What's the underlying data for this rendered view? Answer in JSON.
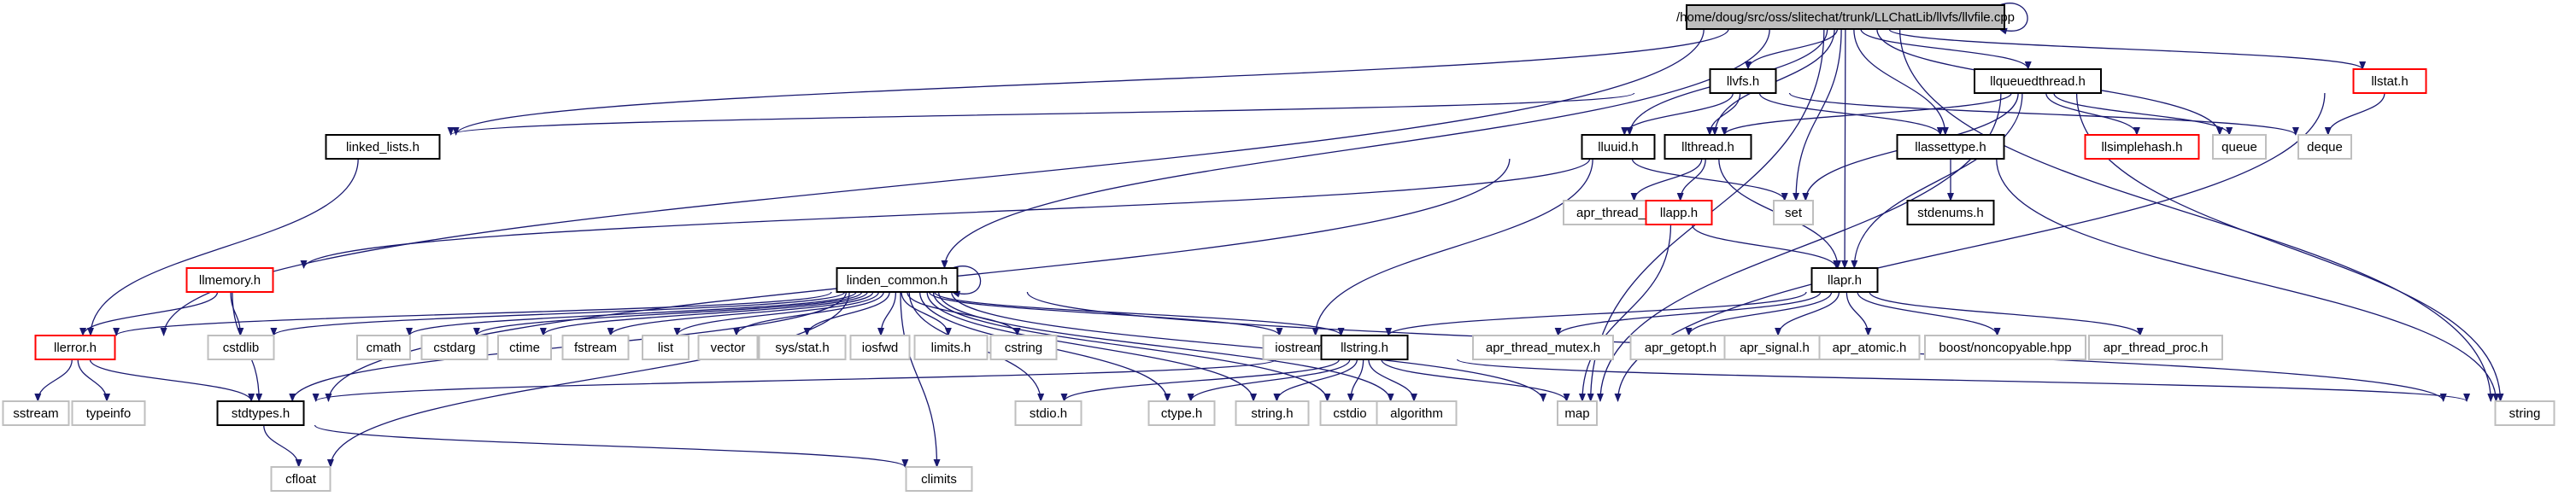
{
  "graph": {
    "title": "/home/doug/src/oss/slitechat/trunk/LLChatLib/llvfs/llvfile.cpp",
    "style": {
      "root_fill": "#bfbfbf",
      "plain_border": "#000000",
      "truncated_border": "#ff0000",
      "external_border": "#bfbfbf",
      "edge_color": "#191970"
    },
    "nodes": [
      {
        "id": "llvfile_cpp",
        "label": "/home/doug/src/oss/slitechat/trunk/LLChatLib/llvfs/llvfile.cpp",
        "kind": "root"
      },
      {
        "id": "llvfs_h",
        "label": "llvfs.h",
        "kind": "plain"
      },
      {
        "id": "llqueuedthread_h",
        "label": "llqueuedthread.h",
        "kind": "plain"
      },
      {
        "id": "llstat_h",
        "label": "llstat.h",
        "kind": "truncated"
      },
      {
        "id": "linked_lists_h",
        "label": "linked_lists.h",
        "kind": "plain"
      },
      {
        "id": "lluuid_h",
        "label": "lluuid.h",
        "kind": "plain"
      },
      {
        "id": "llthread_h",
        "label": "llthread.h",
        "kind": "plain"
      },
      {
        "id": "llassettype_h",
        "label": "llassettype.h",
        "kind": "plain"
      },
      {
        "id": "llsimplehash_h",
        "label": "llsimplehash.h",
        "kind": "truncated"
      },
      {
        "id": "queue",
        "label": "queue",
        "kind": "external"
      },
      {
        "id": "deque",
        "label": "deque",
        "kind": "external"
      },
      {
        "id": "set",
        "label": "set",
        "kind": "external"
      },
      {
        "id": "apr_thread_cond_h",
        "label": "apr_thread_cond.h",
        "kind": "external"
      },
      {
        "id": "llapp_h",
        "label": "llapp.h",
        "kind": "truncated"
      },
      {
        "id": "stdenums_h",
        "label": "stdenums.h",
        "kind": "plain"
      },
      {
        "id": "llmemory_h",
        "label": "llmemory.h",
        "kind": "truncated"
      },
      {
        "id": "linden_common_h",
        "label": "linden_common.h",
        "kind": "plain"
      },
      {
        "id": "llapr_h",
        "label": "llapr.h",
        "kind": "plain"
      },
      {
        "id": "llerror_h",
        "label": "llerror.h",
        "kind": "truncated"
      },
      {
        "id": "cstdlib",
        "label": "cstdlib",
        "kind": "external"
      },
      {
        "id": "cmath",
        "label": "cmath",
        "kind": "external"
      },
      {
        "id": "cstdarg",
        "label": "cstdarg",
        "kind": "external"
      },
      {
        "id": "ctime",
        "label": "ctime",
        "kind": "external"
      },
      {
        "id": "fstream",
        "label": "fstream",
        "kind": "external"
      },
      {
        "id": "list",
        "label": "list",
        "kind": "external"
      },
      {
        "id": "vector",
        "label": "vector",
        "kind": "external"
      },
      {
        "id": "sys_stat_h",
        "label": "sys/stat.h",
        "kind": "external"
      },
      {
        "id": "iosfwd",
        "label": "iosfwd",
        "kind": "external"
      },
      {
        "id": "limits_h",
        "label": "limits.h",
        "kind": "external"
      },
      {
        "id": "cstring",
        "label": "cstring",
        "kind": "external"
      },
      {
        "id": "iostream",
        "label": "iostream",
        "kind": "external"
      },
      {
        "id": "llstring_h",
        "label": "llstring.h",
        "kind": "plain"
      },
      {
        "id": "apr_thread_mutex_h",
        "label": "apr_thread_mutex.h",
        "kind": "external"
      },
      {
        "id": "apr_getopt_h",
        "label": "apr_getopt.h",
        "kind": "external"
      },
      {
        "id": "apr_signal_h",
        "label": "apr_signal.h",
        "kind": "external"
      },
      {
        "id": "apr_atomic_h",
        "label": "apr_atomic.h",
        "kind": "external"
      },
      {
        "id": "boost_noncopyable_hpp",
        "label": "boost/noncopyable.hpp",
        "kind": "external"
      },
      {
        "id": "apr_thread_proc_h",
        "label": "apr_thread_proc.h",
        "kind": "external"
      },
      {
        "id": "sstream",
        "label": "sstream",
        "kind": "external"
      },
      {
        "id": "typeinfo",
        "label": "typeinfo",
        "kind": "external"
      },
      {
        "id": "stdtypes_h",
        "label": "stdtypes.h",
        "kind": "plain"
      },
      {
        "id": "stdio_h",
        "label": "stdio.h",
        "kind": "external"
      },
      {
        "id": "ctype_h",
        "label": "ctype.h",
        "kind": "external"
      },
      {
        "id": "string_h",
        "label": "string.h",
        "kind": "external"
      },
      {
        "id": "cstdio",
        "label": "cstdio",
        "kind": "external"
      },
      {
        "id": "algorithm",
        "label": "algorithm",
        "kind": "external"
      },
      {
        "id": "map",
        "label": "map",
        "kind": "external"
      },
      {
        "id": "string",
        "label": "string",
        "kind": "external"
      },
      {
        "id": "cfloat",
        "label": "cfloat",
        "kind": "external"
      },
      {
        "id": "climits",
        "label": "climits",
        "kind": "external"
      }
    ],
    "edges": [
      [
        "llvfile_cpp",
        "llvfile_cpp"
      ],
      [
        "llvfile_cpp",
        "llvfs_h"
      ],
      [
        "llvfile_cpp",
        "llqueuedthread_h"
      ],
      [
        "llvfile_cpp",
        "llstat_h"
      ],
      [
        "llvfile_cpp",
        "linked_lists_h"
      ],
      [
        "llvfile_cpp",
        "lluuid_h"
      ],
      [
        "llvfile_cpp",
        "llthread_h"
      ],
      [
        "llvfile_cpp",
        "llassettype_h"
      ],
      [
        "llvfile_cpp",
        "set"
      ],
      [
        "llvfile_cpp",
        "queue"
      ],
      [
        "llvfile_cpp",
        "llapr_h"
      ],
      [
        "llvfile_cpp",
        "linden_common_h"
      ],
      [
        "llvfile_cpp",
        "llerror_h"
      ],
      [
        "llvfile_cpp",
        "string"
      ],
      [
        "llvfile_cpp",
        "map"
      ],
      [
        "llvfs_h",
        "linked_lists_h"
      ],
      [
        "llvfs_h",
        "lluuid_h"
      ],
      [
        "llvfs_h",
        "llthread_h"
      ],
      [
        "llvfs_h",
        "llassettype_h"
      ],
      [
        "llvfs_h",
        "deque"
      ],
      [
        "llqueuedthread_h",
        "llthread_h"
      ],
      [
        "llqueuedthread_h",
        "llsimplehash_h"
      ],
      [
        "llqueuedthread_h",
        "queue"
      ],
      [
        "llqueuedthread_h",
        "set"
      ],
      [
        "llqueuedthread_h",
        "map"
      ],
      [
        "llqueuedthread_h",
        "string"
      ],
      [
        "llqueuedthread_h",
        "llapr_h"
      ],
      [
        "llstat_h",
        "deque"
      ],
      [
        "llstat_h",
        "map"
      ],
      [
        "linked_lists_h",
        "llerror_h"
      ],
      [
        "lluuid_h",
        "iostream"
      ],
      [
        "lluuid_h",
        "stdtypes_h"
      ],
      [
        "lluuid_h",
        "set"
      ],
      [
        "llthread_h",
        "llapp_h"
      ],
      [
        "llthread_h",
        "llapr_h"
      ],
      [
        "llthread_h",
        "apr_thread_cond_h"
      ],
      [
        "llthread_h",
        "llmemory_h"
      ],
      [
        "llassettype_h",
        "stdenums_h"
      ],
      [
        "llassettype_h",
        "string"
      ],
      [
        "llapp_h",
        "llapr_h"
      ],
      [
        "llapp_h",
        "map"
      ],
      [
        "llmemory_h",
        "cstdlib"
      ],
      [
        "llmemory_h",
        "llerror_h"
      ],
      [
        "llmemory_h",
        "stdtypes_h"
      ],
      [
        "linden_common_h",
        "linden_common_h"
      ],
      [
        "linden_common_h",
        "llerror_h"
      ],
      [
        "linden_common_h",
        "cstdlib"
      ],
      [
        "linden_common_h",
        "cmath"
      ],
      [
        "linden_common_h",
        "cstdarg"
      ],
      [
        "linden_common_h",
        "ctime"
      ],
      [
        "linden_common_h",
        "fstream"
      ],
      [
        "linden_common_h",
        "list"
      ],
      [
        "linden_common_h",
        "vector"
      ],
      [
        "linden_common_h",
        "sys_stat_h"
      ],
      [
        "linden_common_h",
        "iosfwd"
      ],
      [
        "linden_common_h",
        "limits_h"
      ],
      [
        "linden_common_h",
        "cstring"
      ],
      [
        "linden_common_h",
        "iostream"
      ],
      [
        "linden_common_h",
        "llstring_h"
      ],
      [
        "linden_common_h",
        "stdtypes_h"
      ],
      [
        "linden_common_h",
        "stdio_h"
      ],
      [
        "linden_common_h",
        "ctype_h"
      ],
      [
        "linden_common_h",
        "string_h"
      ],
      [
        "linden_common_h",
        "cstdio"
      ],
      [
        "linden_common_h",
        "algorithm"
      ],
      [
        "linden_common_h",
        "map"
      ],
      [
        "linden_common_h",
        "string"
      ],
      [
        "linden_common_h",
        "cfloat"
      ],
      [
        "linden_common_h",
        "climits"
      ],
      [
        "llapr_h",
        "llstring_h"
      ],
      [
        "llapr_h",
        "apr_thread_mutex_h"
      ],
      [
        "llapr_h",
        "apr_getopt_h"
      ],
      [
        "llapr_h",
        "apr_signal_h"
      ],
      [
        "llapr_h",
        "apr_atomic_h"
      ],
      [
        "llapr_h",
        "boost_noncopyable_hpp"
      ],
      [
        "llapr_h",
        "apr_thread_proc_h"
      ],
      [
        "llerror_h",
        "sstream"
      ],
      [
        "llerror_h",
        "typeinfo"
      ],
      [
        "llerror_h",
        "stdtypes_h"
      ],
      [
        "llstring_h",
        "stdtypes_h"
      ],
      [
        "llstring_h",
        "stdio_h"
      ],
      [
        "llstring_h",
        "ctype_h"
      ],
      [
        "llstring_h",
        "string_h"
      ],
      [
        "llstring_h",
        "cstdio"
      ],
      [
        "llstring_h",
        "algorithm"
      ],
      [
        "llstring_h",
        "map"
      ],
      [
        "llstring_h",
        "string"
      ],
      [
        "stdtypes_h",
        "cfloat"
      ],
      [
        "stdtypes_h",
        "climits"
      ]
    ]
  }
}
